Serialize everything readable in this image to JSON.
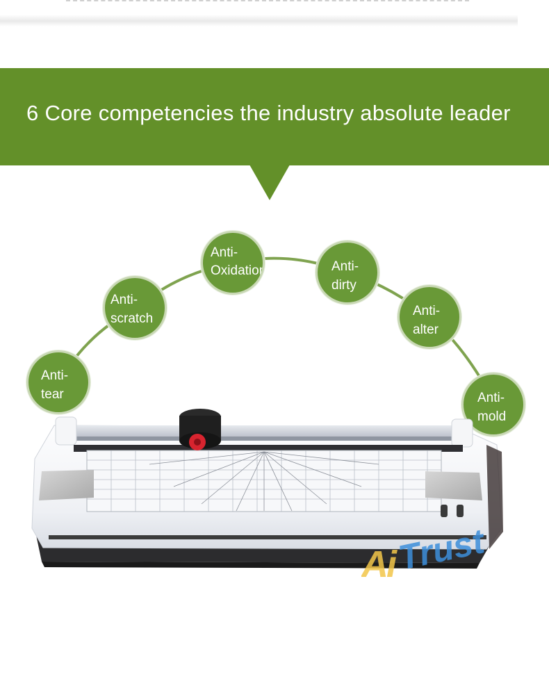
{
  "banner": {
    "title": "6 Core competencies the industry absolute leader",
    "color": "#639029"
  },
  "features": [
    {
      "line1": "Anti-",
      "line2": "tear"
    },
    {
      "line1": "Anti-",
      "line2": "scratch"
    },
    {
      "line1": "Anti-",
      "line2": "Oxidation"
    },
    {
      "line1": "Anti-",
      "line2": "dirty"
    },
    {
      "line1": "Anti-",
      "line2": "alter"
    },
    {
      "line1": "Anti-",
      "line2": "mold"
    }
  ],
  "colors": {
    "circle_fill": "#699937",
    "arc": "#7fa34f",
    "device_body": "#f1f3f7",
    "device_base": "#2c2c2e",
    "cutter_button": "#d8242f"
  },
  "watermark": {
    "brand": "AiTrust"
  }
}
